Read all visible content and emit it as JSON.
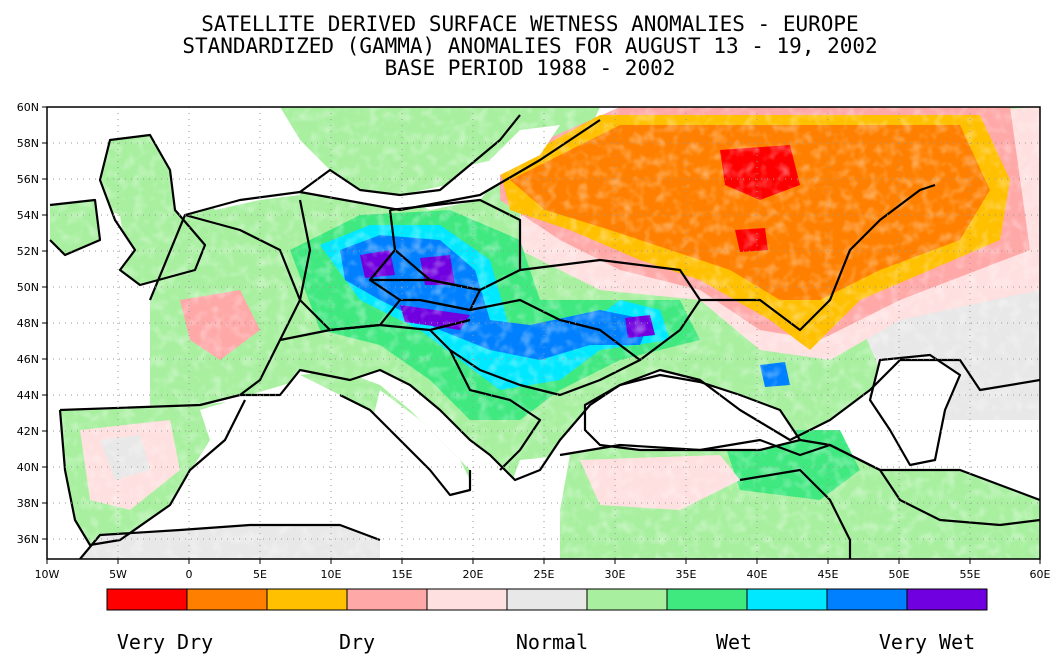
{
  "title_lines": [
    "SATELLITE DERIVED SURFACE WETNESS ANOMALIES - EUROPE",
    "STANDARDIZED (GAMMA) ANOMALIES FOR AUGUST 13 - 19, 2002",
    "BASE PERIOD 1988 - 2002"
  ],
  "lat_ticks": [
    "60N",
    "58N",
    "56N",
    "54N",
    "52N",
    "50N",
    "48N",
    "46N",
    "44N",
    "42N",
    "40N",
    "38N",
    "36N"
  ],
  "lon_ticks": [
    "10W",
    "5W",
    "0",
    "5E",
    "10E",
    "15E",
    "20E",
    "25E",
    "30E",
    "35E",
    "40E",
    "45E",
    "50E",
    "55E",
    "60E"
  ],
  "colors": {
    "very_dry": "#ff0000",
    "dry2": "#ff8000",
    "dry1": "#ffc000",
    "pink": "#ffa8a8",
    "lightpink": "#ffe0e0",
    "normal": "#e8e8e8",
    "lightgreen": "#a8f0a0",
    "green": "#40e880",
    "cyan": "#00e8ff",
    "blue": "#0080ff",
    "purple": "#7000e0"
  },
  "legend": {
    "swatches": [
      "#ff0000",
      "#ff8000",
      "#ffc000",
      "#ffa8a8",
      "#ffe0e0",
      "#e8e8e8",
      "#a8f0a0",
      "#40e880",
      "#00e8ff",
      "#0080ff",
      "#7000e0"
    ],
    "labels": [
      "Very Dry",
      "Dry",
      "Normal",
      "Wet",
      "Very Wet"
    ]
  }
}
